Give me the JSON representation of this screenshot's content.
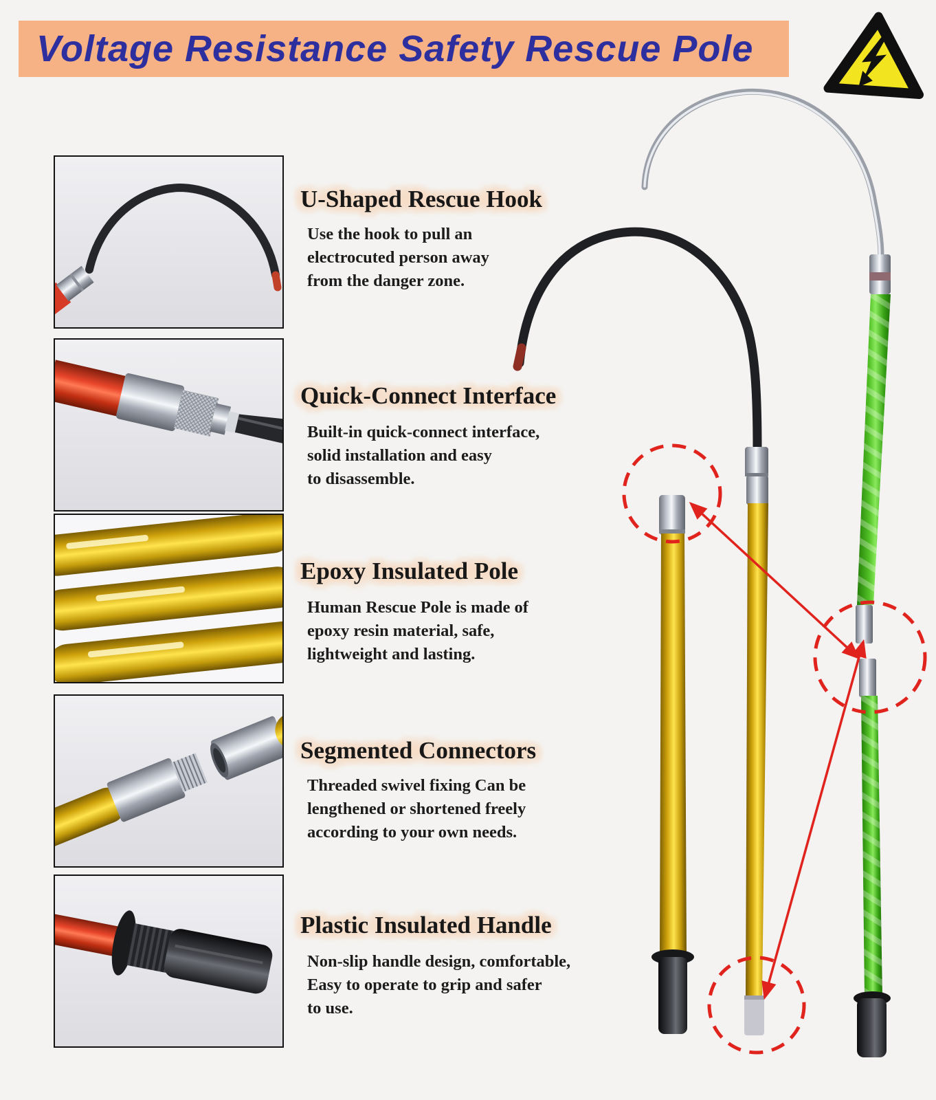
{
  "title": {
    "text": "Voltage Resistance Safety Rescue Pole"
  },
  "warning": {
    "icon": "high-voltage-warning",
    "colors": {
      "fill": "#f2e520",
      "border": "#101010",
      "bolt": "#101010"
    }
  },
  "features": [
    {
      "id": "u-shaped-rescue-hook",
      "heading": "U-Shaped Rescue Hook",
      "body": "Use the hook to pull an\nelectrocuted person away\nfrom the danger zone.",
      "photo": "black-rescue-hook-with-red-tip"
    },
    {
      "id": "quick-connect-interface",
      "heading": "Quick-Connect Interface",
      "body": "Built-in quick-connect interface,\nsolid installation and easy\nto disassemble.",
      "photo": "red-pole-silver-quick-connector"
    },
    {
      "id": "epoxy-insulated-pole",
      "heading": "Epoxy Insulated Pole",
      "body": "Human Rescue Pole is made of\nepoxy resin material, safe,\nlightweight and lasting.",
      "photo": "three-yellow-epoxy-poles"
    },
    {
      "id": "segmented-connectors",
      "heading": "Segmented Connectors",
      "body": "Threaded swivel fixing Can be\nlengthened or shortened freely\naccording to your own needs.",
      "photo": "threaded-segment-connectors"
    },
    {
      "id": "plastic-insulated-handle",
      "heading": "Plastic Insulated Handle",
      "body": "Non-slip handle design, comfortable,\nEasy to operate to grip and safer\nto use.",
      "photo": "black-plastic-handle-on-red-pole"
    }
  ],
  "colors": {
    "page_bg": "#f4f3f2",
    "banner_bg": "#f6b184",
    "title_text": "#2e2f9f",
    "heading_halo": "#f6dcc6",
    "body_text": "#1c1c1c",
    "accent_red": "#e0231c",
    "pole_yellow": "#e8c01c",
    "pole_green": "#4fbe24",
    "pole_red": "#e03c20",
    "metal_silver": "#c7cbd3",
    "hook_black": "#25262a",
    "photo_border": "#131313"
  }
}
